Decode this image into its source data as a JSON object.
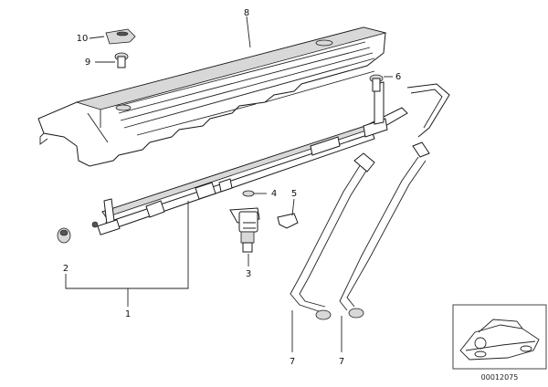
{
  "callouts": {
    "c1": "1",
    "c2": "2",
    "c3": "3",
    "c4": "4",
    "c5": "5",
    "c6": "6",
    "c7a": "7",
    "c7b": "7",
    "c8": "8",
    "c9": "9",
    "c10": "10"
  },
  "reference_number": "00012075",
  "icons": {
    "thumbnail": "car-silhouette-icon"
  }
}
